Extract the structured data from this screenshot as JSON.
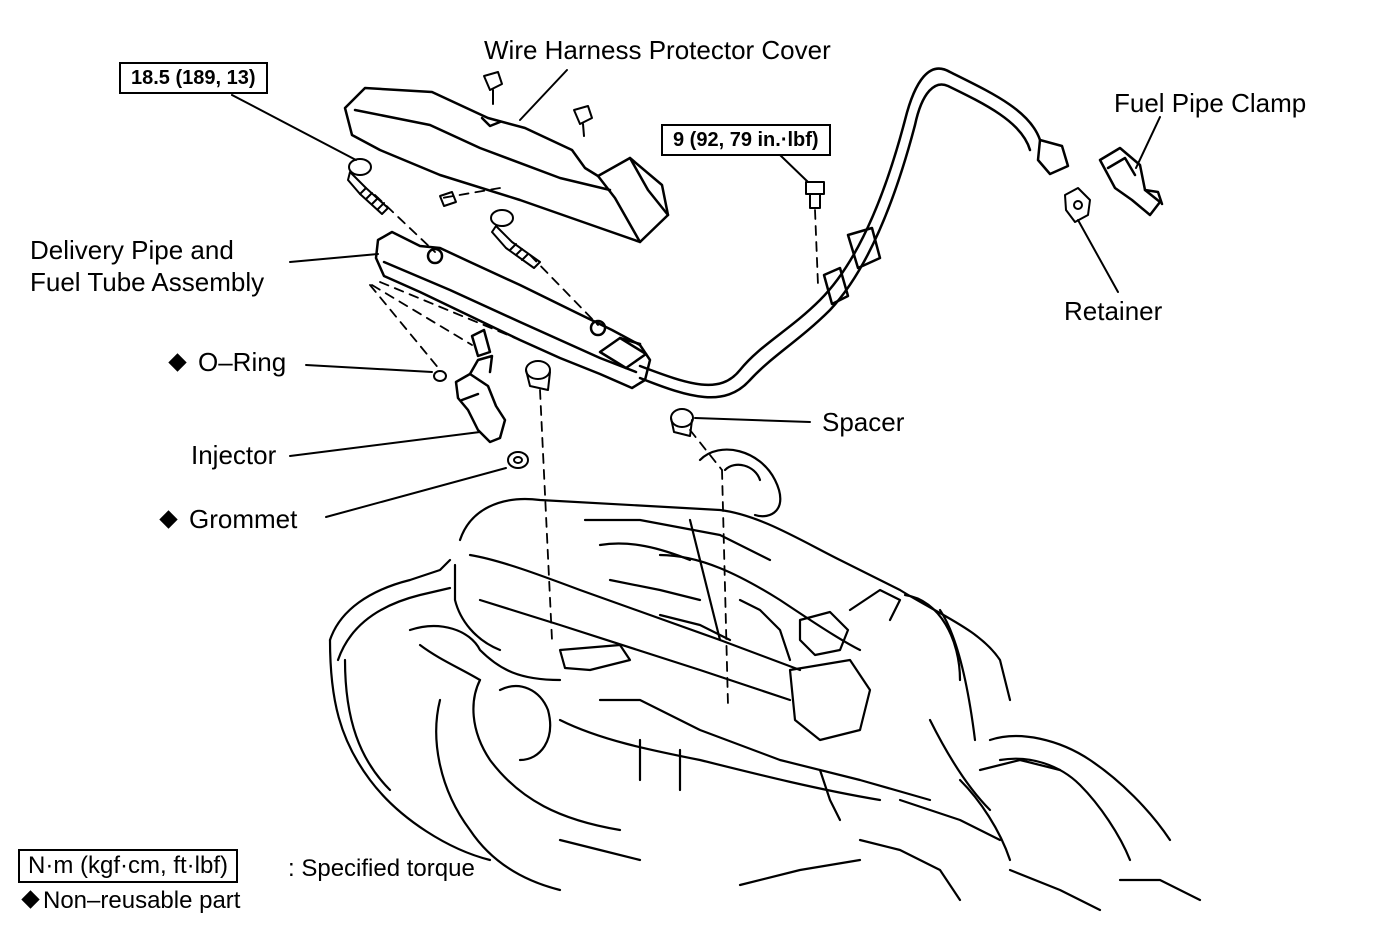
{
  "torque_boxes": {
    "delivery_bolt": "18.5 (189, 13)",
    "clamp_bolt": "9 (92, 79 in.·lbf)"
  },
  "labels": {
    "wire_harness_cover": "Wire Harness Protector Cover",
    "fuel_pipe_clamp": "Fuel Pipe Clamp",
    "delivery_pipe_line1": "Delivery Pipe and",
    "delivery_pipe_line2": "Fuel Tube Assembly",
    "o_ring": "O–Ring",
    "retainer": "Retainer",
    "spacer": "Spacer",
    "injector": "Injector",
    "grommet": "Grommet"
  },
  "legend": {
    "torque_unit": "N·m (kgf·cm, ft·lbf)",
    "torque_desc": ": Specified torque",
    "non_reusable": "Non–reusable part"
  },
  "markers": {
    "non_reusable_marker": "diamond-icon"
  }
}
